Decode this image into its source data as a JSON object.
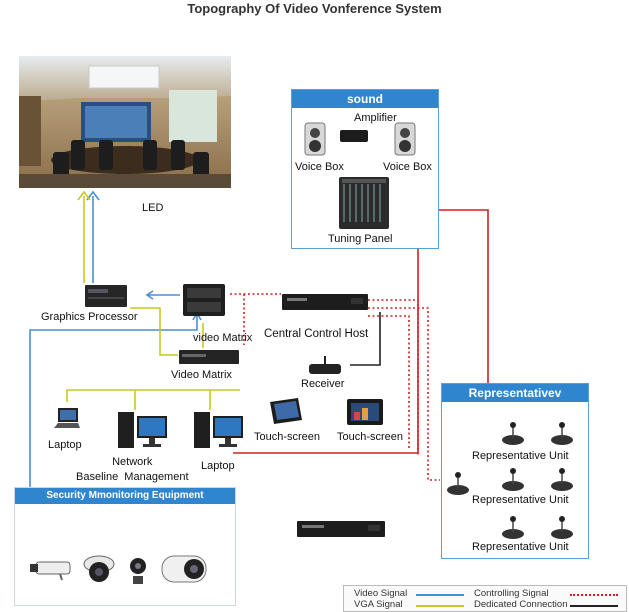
{
  "title": "Topography Of Video Vonference System",
  "led_label": "LED",
  "sound": {
    "header": "sound",
    "amplifier": "Amplifier",
    "voice_box_left": "Voice Box",
    "voice_box_right": "Voice Box",
    "tuning_panel": "Tuning Panel"
  },
  "graphics_processor": "Graphics Processor",
  "video_matrix_top": "video Matrix",
  "video_matrix_bottom": "Video Matrix",
  "central_control_host": "Central Control  Host",
  "receiver": "Receiver",
  "laptop_left": "Laptop",
  "network_baseline_management": "Network\nBaseline  Management",
  "laptop_right": "Laptop",
  "touch_screen_1": "Touch-screen",
  "touch_screen_2": "Touch-screen",
  "security_header": "Security Mmonitoring Equipment",
  "representative": {
    "header": "Representativev",
    "units": [
      "Representative Unit",
      "Representative Unit",
      "Representative Unit"
    ]
  },
  "legend": {
    "video_signal": "Video Signal",
    "vga_signal": "VGA Signal",
    "controlling_signal": "Controlling Signal",
    "dedicated_connection": "Dedicated Connection"
  },
  "colors": {
    "video_signal": "#4a8fd6",
    "vga_signal": "#c8c820",
    "controlling_signal": "#d42020",
    "dedicated_connection": "#222222",
    "panel_accent": "#2f86cf"
  }
}
